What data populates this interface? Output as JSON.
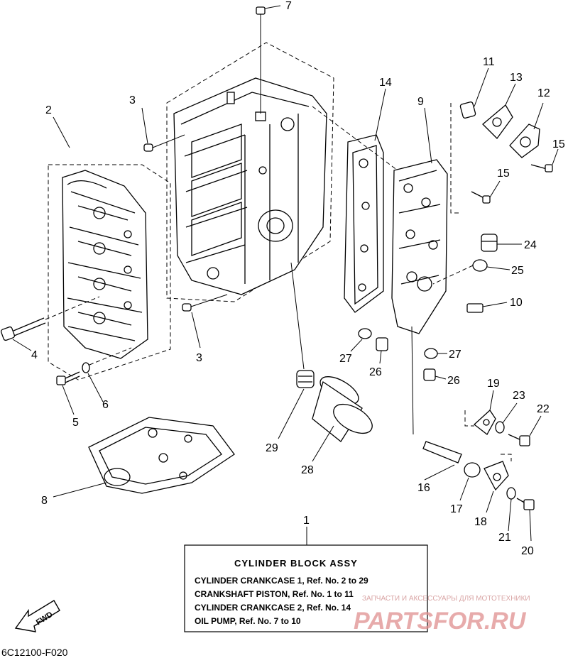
{
  "diagram_code": "6C12100-F020",
  "fwd_label": "FWD",
  "callouts": {
    "p1": "1",
    "p2": "2",
    "p3a": "3",
    "p3b": "3",
    "p4": "4",
    "p5": "5",
    "p6": "6",
    "p7": "7",
    "p8": "8",
    "p9": "9",
    "p10": "10",
    "p11": "11",
    "p12": "12",
    "p13": "13",
    "p14": "14",
    "p15a": "15",
    "p15b": "15",
    "p16": "16",
    "p17": "17",
    "p18": "18",
    "p19": "19",
    "p20": "20",
    "p21": "21",
    "p22": "22",
    "p23": "23",
    "p24": "24",
    "p25": "25",
    "p26a": "26",
    "p26b": "26",
    "p27a": "27",
    "p27b": "27",
    "p28": "28",
    "p29": "29"
  },
  "assembly_box": {
    "title": "CYLINDER BLOCK ASSY",
    "lines": [
      "CYLINDER CRANKCASE 1, Ref. No. 2 to 29",
      "CRANKSHAFT PISTON, Ref. No. 1 to 11",
      "CYLINDER CRANKCASE 2, Ref. No. 14",
      "OIL PUMP, Ref. No. 7 to 10"
    ]
  },
  "watermark": {
    "small": "ЗАПЧАСТИ И АКСЕССУАРЫ ДЛЯ МОТОТЕХНИКИ",
    "big": "PARTSFOR.RU"
  }
}
